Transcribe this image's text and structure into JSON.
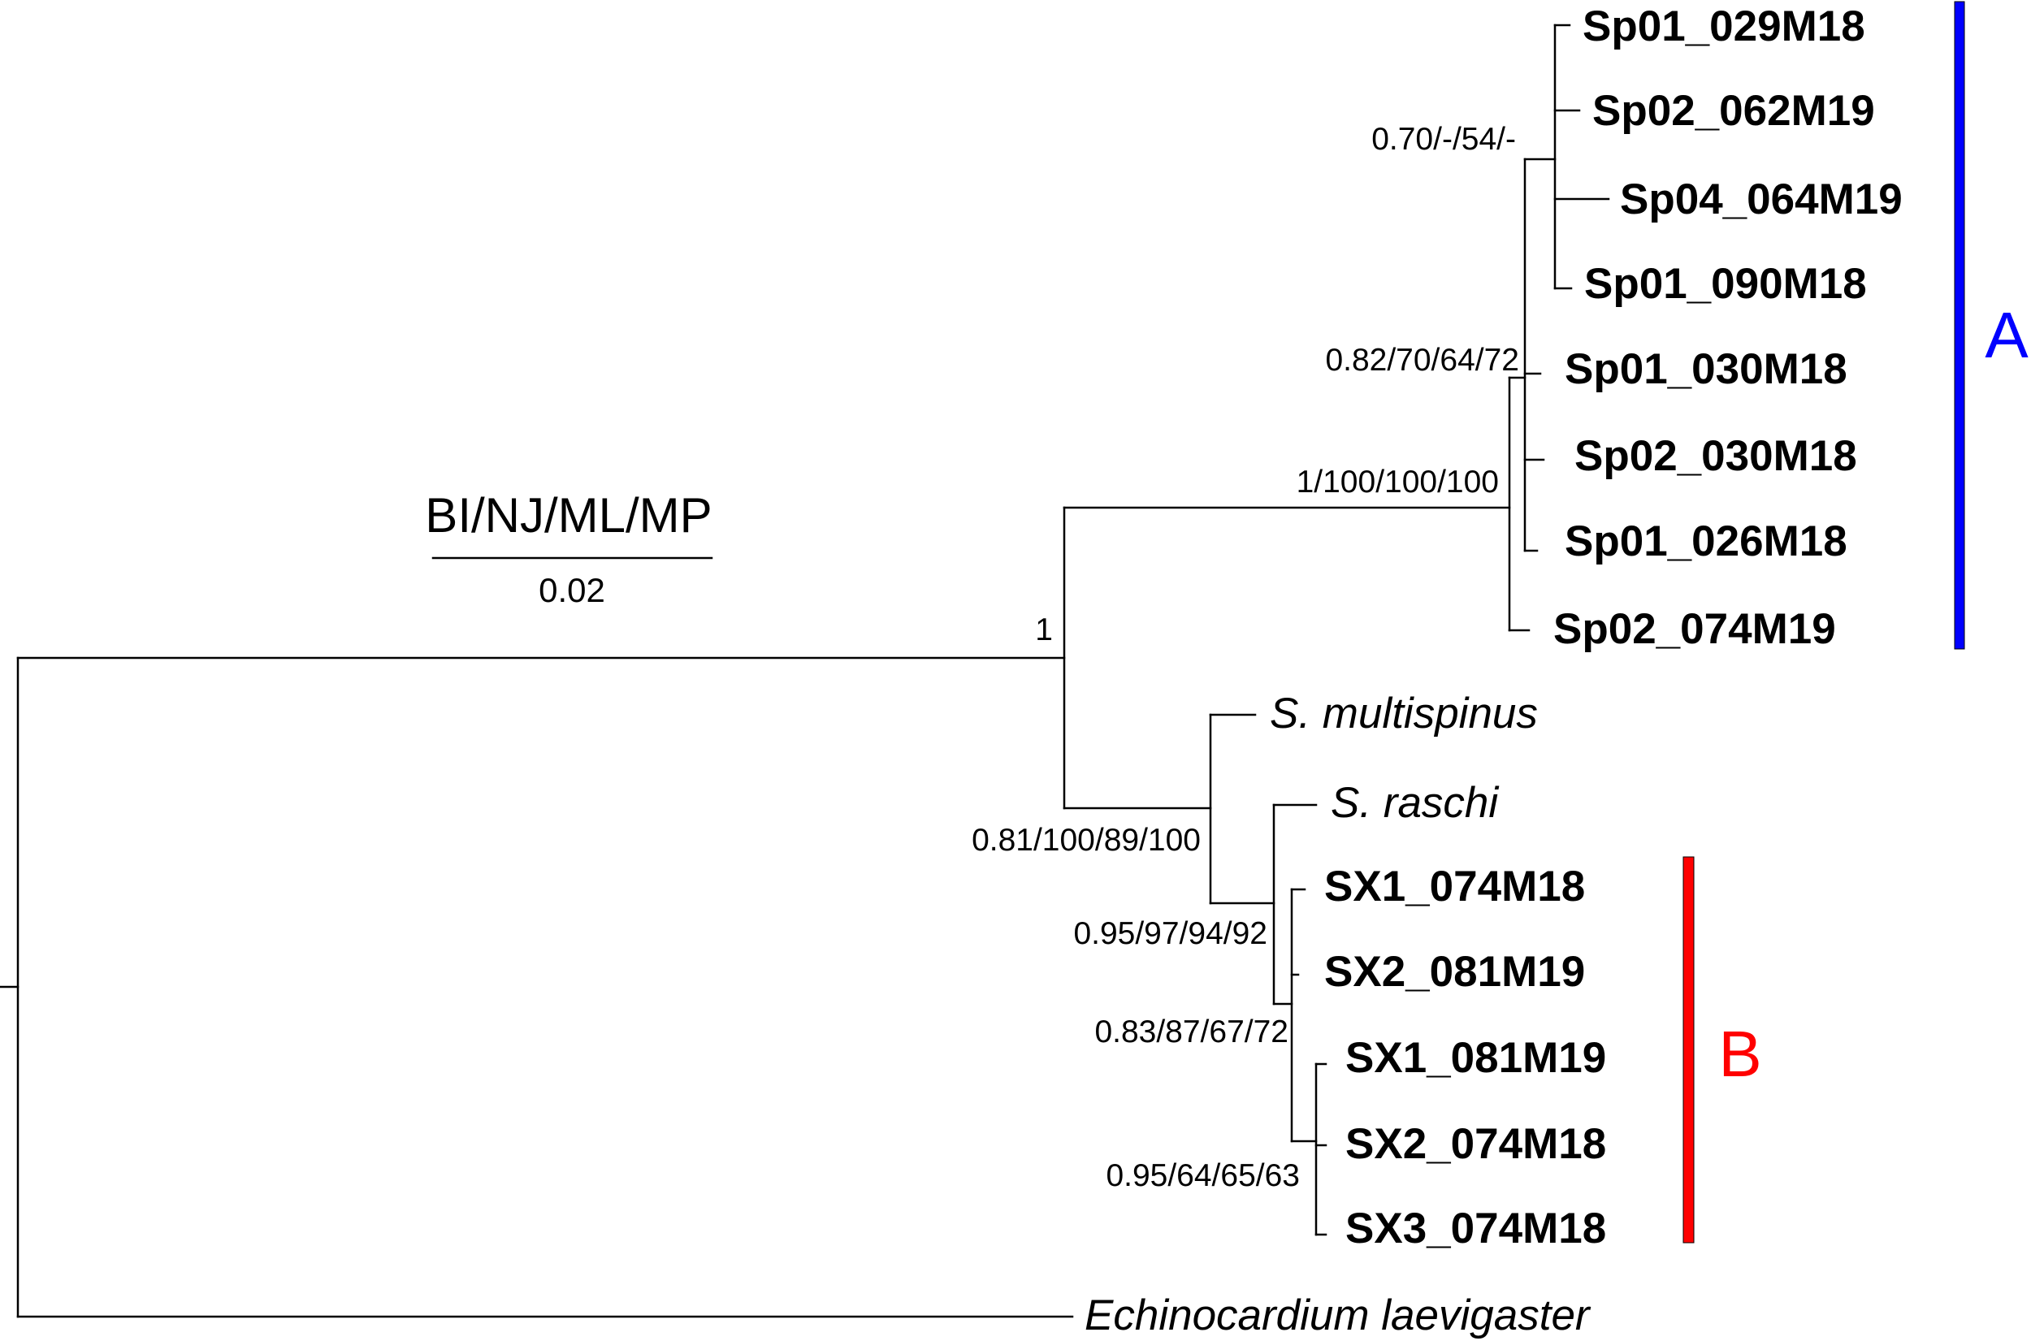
{
  "legend": {
    "support_label": "BI/NJ/ML/MP",
    "scale_value": "0.02"
  },
  "taxa": {
    "sp01_029m18": "Sp01_029M18",
    "sp02_062m19": "Sp02_062M19",
    "sp04_064m19": "Sp04_064M19",
    "sp01_090m18": "Sp01_090M18",
    "sp01_030m18": "Sp01_030M18",
    "sp02_030m18": "Sp02_030M18",
    "sp01_026m18": "Sp01_026M18",
    "sp02_074m19": "Sp02_074M19",
    "s_multispinus": "S. multispinus",
    "s_raschi": "S. raschi",
    "sx1_074m18": "SX1_074M18",
    "sx2_081m19": "SX2_081M19",
    "sx1_081m19": "SX1_081M19",
    "sx2_074m18": "SX2_074M18",
    "sx3_074m18": "SX3_074M18",
    "echinocardium": "Echinocardium laevigaster"
  },
  "support": {
    "node_a_inner": "0.70/-/54/-",
    "node_a_mid": "0.82/70/64/72",
    "node_a_root": "1/100/100/100",
    "node_ingroup": "1",
    "node_b_outer": "0.81/100/89/100",
    "node_b_clade": "0.95/97/94/92",
    "node_b_mid": "0.83/87/67/72",
    "node_b_inner": "0.95/64/65/63"
  },
  "clades": {
    "a": {
      "label": "A",
      "color": "#0000ff"
    },
    "b": {
      "label": "B",
      "color": "#ff0000"
    }
  }
}
